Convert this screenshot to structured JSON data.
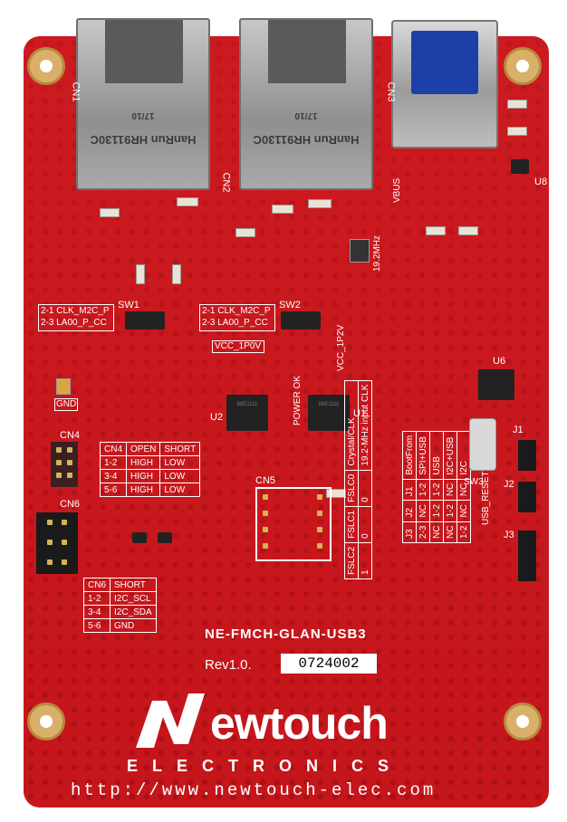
{
  "board": {
    "model": "NE-FMCH-GLAN-USB3",
    "revision": "Rev1.0.",
    "serial": "0724002",
    "brand": "ewtouch",
    "brand_sub": "ELECTRONICS",
    "url": "http://www.newtouch-elec.com"
  },
  "connectors": {
    "rj45_left_label": "HanRun HR91130C",
    "rj45_right_label": "HanRun HR91130C",
    "rj45_date": "17/10",
    "cn1": "CN1",
    "cn2": "CN2",
    "cn3": "CN3"
  },
  "switches": {
    "sw1": "SW1",
    "sw2": "SW2",
    "sw1_opt1": "2-1 CLK_M2C_P",
    "sw1_opt2": "2-3 LA00_P_CC",
    "sw2_opt1": "2-1 CLK_M2C_P",
    "sw2_opt2": "2-3 LA00_P_CC"
  },
  "labels": {
    "vcc_1p0v": "VCC_1P0V",
    "vcc_1p2v": "VCC_1P2V",
    "power_ok": "POWER OK",
    "vbus": "VBUS",
    "gnd": "GND",
    "freq": "19.2MHz",
    "u1": "U1",
    "u2": "U2",
    "u6": "U6",
    "u8": "U8",
    "cn4": "CN4",
    "cn5": "CN5",
    "cn6": "CN6",
    "sw3": "SW3",
    "usb_reset": "USB_RESET",
    "j1": "J1",
    "j2": "J2",
    "j3": "J3"
  },
  "cn4_table": {
    "header": [
      "CN4",
      "OPEN",
      "SHORT"
    ],
    "rows": [
      [
        "1-2",
        "HIGH",
        "LOW"
      ],
      [
        "3-4",
        "HIGH",
        "LOW"
      ],
      [
        "5-6",
        "HIGH",
        "LOW"
      ]
    ]
  },
  "cn6_table": {
    "header": [
      "CN6",
      "SHORT"
    ],
    "rows": [
      [
        "1-2",
        "I2C_SCL"
      ],
      [
        "3-4",
        "I2C_SDA"
      ],
      [
        "5-6",
        "GND"
      ]
    ]
  },
  "fsel_table": {
    "header": [
      "FSLC2",
      "FSLC1",
      "FSLC0",
      "Crystal/CLK"
    ],
    "rows": [
      [
        "1",
        "0",
        "0",
        "19.2-MHz input CLK"
      ]
    ]
  },
  "boot_table": {
    "header": [
      "J3",
      "J2",
      "J1",
      "BootFrom"
    ],
    "rows": [
      [
        "2-3",
        "NC",
        "1-2",
        "SPI+USB"
      ],
      [
        "NC",
        "1-2",
        "1-2",
        "USB"
      ],
      [
        "NC",
        "1-2",
        "NC",
        "I2C+USB"
      ],
      [
        "1-2",
        "NC",
        "NC",
        "I2C"
      ]
    ]
  },
  "colors": {
    "pcb": "#c4161c",
    "silk": "#ffffff",
    "gold": "#d9b06a",
    "usb_blue": "#1d3fa8"
  }
}
